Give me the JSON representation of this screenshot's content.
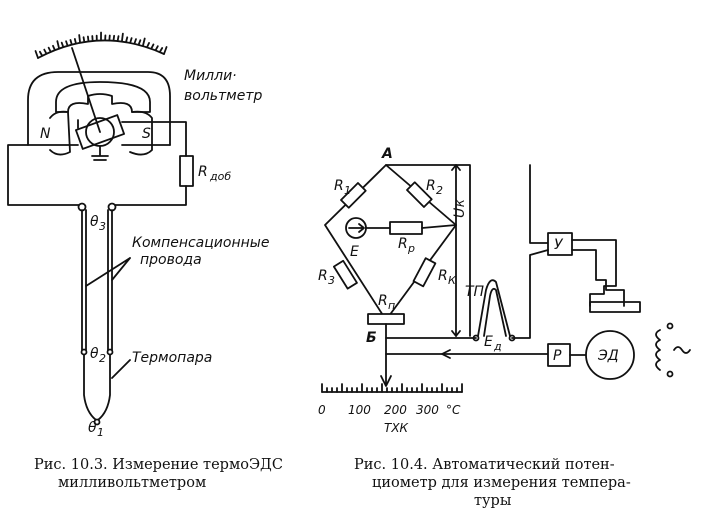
{
  "fig3": {
    "millivoltmeter": [
      "Милли·",
      "вольтметр"
    ],
    "pole_n": "N",
    "pole_s": "S",
    "resistor": "R",
    "resistor_sub": "доб",
    "theta3": "θ",
    "theta3_sub": "3",
    "theta2": "θ",
    "theta2_sub": "2",
    "theta1": "θ",
    "theta1_sub": "1",
    "comp_wires": [
      "Компенсационные",
      "провода"
    ],
    "thermocouple": "Термопара",
    "caption": [
      "Рис.  10.3.  Измерение  термоЭДС",
      "милливольтметром"
    ]
  },
  "fig4": {
    "node_a": "A",
    "node_b": "Б",
    "r1": "R",
    "r1_sub": "1",
    "r2": "R",
    "r2_sub": "2",
    "r3": "R",
    "r3_sub": "3",
    "rp": "R",
    "rp_sub": "р",
    "rk": "R",
    "rk_sub": "К",
    "rn": "R",
    "rn_sub": "п",
    "e": "E",
    "uk": "U",
    "uk_sub": "К",
    "tp": "ТП",
    "ed": "E",
    "ed_sub": "д",
    "amp": "У",
    "reducer": "Р",
    "motor": "ЭД",
    "scale_ticks": [
      "0",
      "100",
      "200",
      "300"
    ],
    "scale_unit": "°C",
    "scale_type": "ТХК",
    "caption": [
      "Рис.  10.4.  Автоматический  потен-",
      "циометр  для  измерения  темпера-",
      "туры"
    ]
  }
}
